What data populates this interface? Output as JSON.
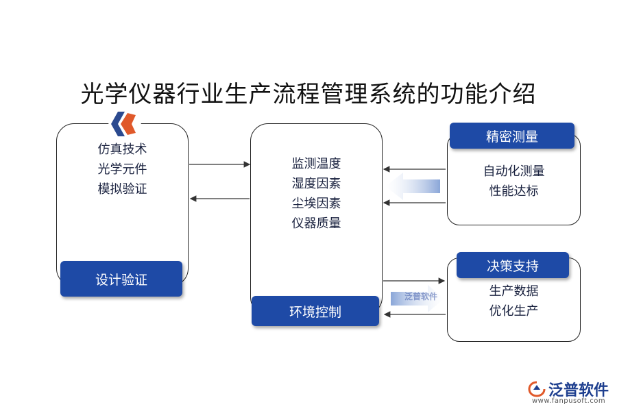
{
  "title": "光学仪器行业生产流程管理系统的功能介绍",
  "left_block": {
    "items": [
      "仿真技术",
      "光学元件",
      "模拟验证"
    ],
    "label": "设计验证"
  },
  "center_block": {
    "items": [
      "监测温度",
      "湿度因素",
      "尘埃因素",
      "仪器质量"
    ],
    "label": "环境控制"
  },
  "right_top_block": {
    "label": "精密测量",
    "items": [
      "自动化测量",
      "性能达标"
    ]
  },
  "right_bottom_block": {
    "label": "决策支持",
    "items": [
      "生产数据",
      "优化生产"
    ]
  },
  "watermark": "泛普软件",
  "footer": {
    "brand": "泛普软件",
    "url": "www.fanpusoft.com"
  },
  "colors": {
    "badge": "#1e4aa6",
    "logo_orange": "#e0592a",
    "logo_navy": "#2b4a8f"
  }
}
